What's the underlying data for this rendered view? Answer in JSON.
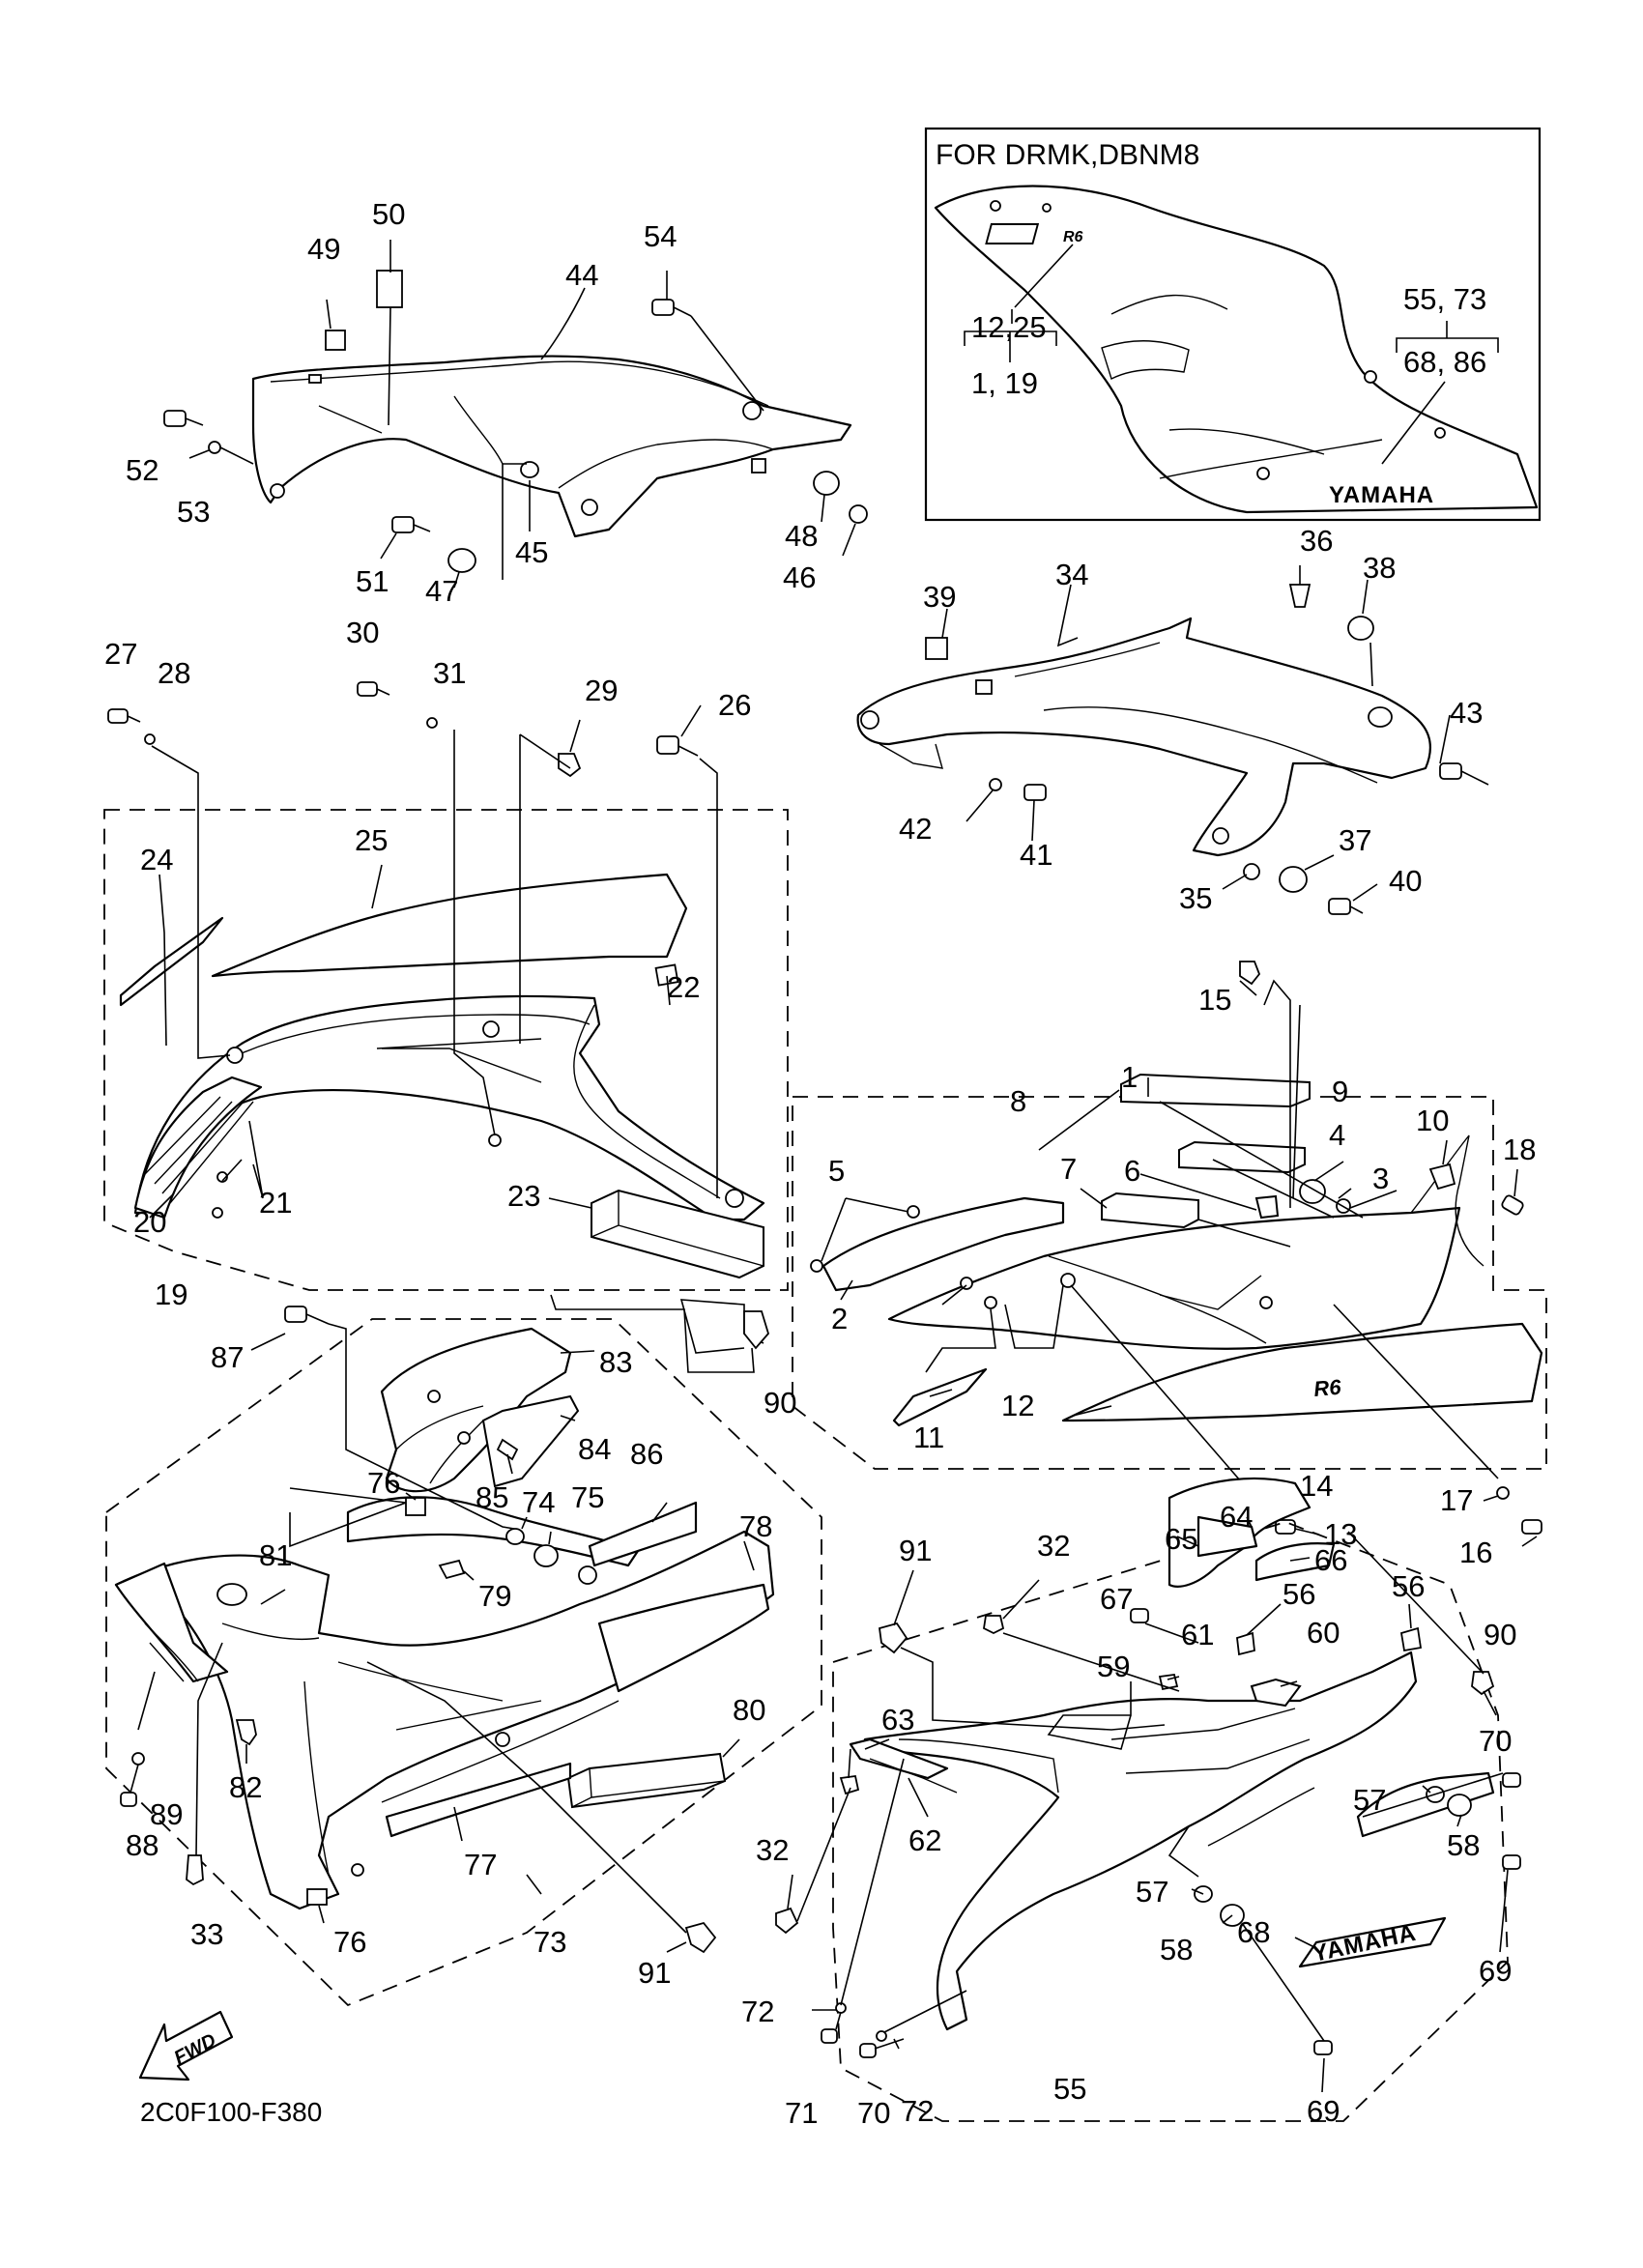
{
  "inset": {
    "title": "FOR DRMK,DBNM8",
    "note_left_top": "12,25",
    "note_left_bottom": "1, 19",
    "note_right_top": "55, 73",
    "note_right_bottom": "68, 86",
    "decal_text": "YAMAHA",
    "model_badge": "R6"
  },
  "decal": {
    "main_text": "YAMAHA",
    "side_badge": "R6"
  },
  "fwd_label": "FWD",
  "diagram_code": "2C0F100-F380",
  "callouts": {
    "c1": "1",
    "c2": "2",
    "c3": "3",
    "c4": "4",
    "c5": "5",
    "c6": "6",
    "c7": "7",
    "c8": "8",
    "c9": "9",
    "c10": "10",
    "c11": "11",
    "c12": "12",
    "c13": "13",
    "c14": "14",
    "c15": "15",
    "c16": "16",
    "c17": "17",
    "c18": "18",
    "c19": "19",
    "c20": "20",
    "c21": "21",
    "c22": "22",
    "c23": "23",
    "c24": "24",
    "c25": "25",
    "c26": "26",
    "c27": "27",
    "c28": "28",
    "c29": "29",
    "c30": "30",
    "c31": "31",
    "c32a": "32",
    "c32b": "32",
    "c33": "33",
    "c34": "34",
    "c35": "35",
    "c36": "36",
    "c37": "37",
    "c38": "38",
    "c39": "39",
    "c40": "40",
    "c41": "41",
    "c42": "42",
    "c43": "43",
    "c44": "44",
    "c45": "45",
    "c46": "46",
    "c47": "47",
    "c48": "48",
    "c49": "49",
    "c50": "50",
    "c51": "51",
    "c52": "52",
    "c53": "53",
    "c54": "54",
    "c55": "55",
    "c56a": "56",
    "c56b": "56",
    "c57a": "57",
    "c57b": "57",
    "c58a": "58",
    "c58b": "58",
    "c59": "59",
    "c60": "60",
    "c61": "61",
    "c62": "62",
    "c63": "63",
    "c64": "64",
    "c65": "65",
    "c66": "66",
    "c67": "67",
    "c68": "68",
    "c69a": "69",
    "c69b": "69",
    "c70a": "70",
    "c70b": "70",
    "c71": "71",
    "c72a": "72",
    "c72b": "72",
    "c73": "73",
    "c74": "74",
    "c75": "75",
    "c76a": "76",
    "c76b": "76",
    "c77": "77",
    "c78": "78",
    "c79": "79",
    "c80": "80",
    "c81": "81",
    "c82": "82",
    "c83": "83",
    "c84": "84",
    "c85": "85",
    "c86": "86",
    "c87": "87",
    "c88": "88",
    "c89": "89",
    "c90a": "90",
    "c90b": "90",
    "c91a": "91",
    "c91b": "91"
  }
}
